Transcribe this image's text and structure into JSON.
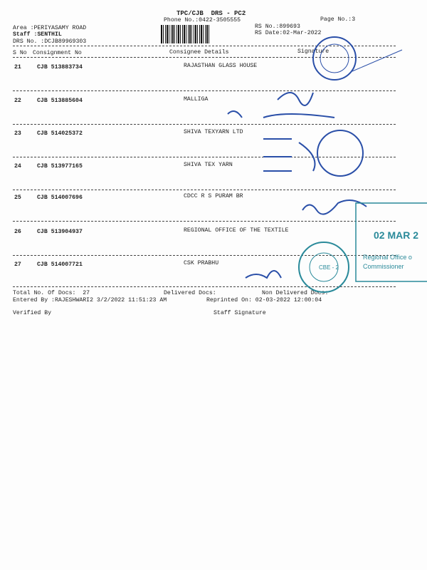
{
  "header": {
    "title": "TPC/CJB  DRS - PC2",
    "phone": "Phone No.:0422-3505555",
    "page": "Page No.:3",
    "area": "Area :PERIYASAMY ROAD",
    "staff": "Staff :SENTHIL",
    "drs_no": "DRS No. :DCJB89969303",
    "rs_no": "RS No.:899693",
    "rs_date": "RS Date:02-Mar-2022"
  },
  "columns": {
    "sno": "S No",
    "consignment": "Consignment No",
    "consignee": "Consignee Details",
    "signature": "Signature"
  },
  "rows": [
    {
      "sno": "21",
      "consignment": "CJB 513883734",
      "consignee": "RAJASTHAN GLASS HOUSE"
    },
    {
      "sno": "22",
      "consignment": "CJB 513885604",
      "consignee": "MALLIGA"
    },
    {
      "sno": "23",
      "consignment": "CJB 514025372",
      "consignee": "SHIVA TEXYARN LTD"
    },
    {
      "sno": "24",
      "consignment": "CJB 513977165",
      "consignee": "SHIVA TEX YARN"
    },
    {
      "sno": "25",
      "consignment": "CJB 514007696",
      "consignee": "CDCC R S PURAM BR"
    },
    {
      "sno": "26",
      "consignment": "CJB 513904937",
      "consignee": "REGIONAL OFFICE OF THE TEXTILE"
    },
    {
      "sno": "27",
      "consignment": "CJB 514007721",
      "consignee": "CSK PRABHU"
    }
  ],
  "footer": {
    "total": "Total No. Of Docs:  27",
    "delivered": "Delivered Docs:",
    "non_delivered": "Non Delivered Docs:",
    "entered": "Entered By :RAJESHWARI2 3/2/2022 11:51:23 AM",
    "reprinted": "Reprinted On: 02-03-2022 12:00:04",
    "verified": "Verified By",
    "staff_sig": "Staff Signature"
  },
  "stamps": {
    "date": "02 MAR 2",
    "office": "Regional Office o",
    "commissioner": "Commissioner",
    "cbe": "CBE - 2"
  },
  "colors": {
    "ink": "#2a4fa8",
    "stamp_teal": "#2a8a9a"
  }
}
